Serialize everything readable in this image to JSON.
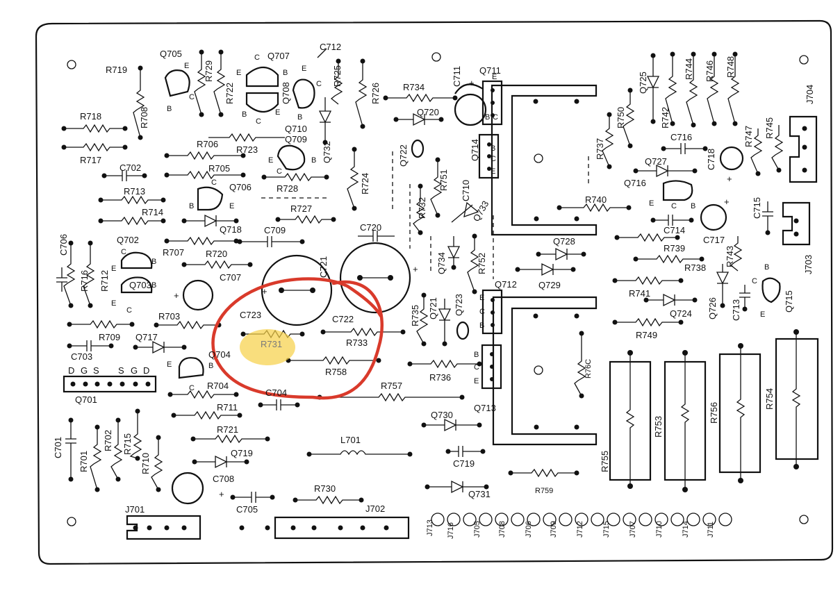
{
  "components": {
    "R719": "R719",
    "R718": "R718",
    "R717": "R717",
    "R708": "R708",
    "R729": "R729",
    "R722": "R722",
    "R725": "R725",
    "R726": "R726",
    "R734": "R734",
    "R706": "R706",
    "R723": "R723",
    "R705": "R705",
    "R728": "R728",
    "R713": "R713",
    "R714": "R714",
    "R727": "R727",
    "R724": "R724",
    "R751": "R751",
    "R732": "R732",
    "R707": "R707",
    "R720": "R720",
    "R716": "R716",
    "R712": "R712",
    "R703": "R703",
    "R709": "R709",
    "R731": "R731",
    "R733": "R733",
    "R758": "R758",
    "R735": "R735",
    "R752": "R752",
    "R736": "R736",
    "R704": "R704",
    "R711": "R711",
    "R757": "R757",
    "R721": "R721",
    "R701": "R701",
    "R702": "R702",
    "R715": "R715",
    "R710": "R710",
    "R730": "R730",
    "R737": "R737",
    "R740": "R740",
    "R750": "R750",
    "R742": "R742",
    "R744": "R744",
    "R746": "R746",
    "R748": "R748",
    "R745": "R745",
    "R747": "R747",
    "R739": "R739",
    "R738": "R738",
    "R743": "R743",
    "R741": "R741",
    "R749": "R749",
    "R760": "R76C",
    "R755": "R755",
    "R753": "R753",
    "R756": "R756",
    "R754": "R754",
    "R759": "R759",
    "C712": "C712",
    "C711": "C711",
    "C702": "C702",
    "C709": "C709",
    "C720": "C720",
    "C721": "C721",
    "C710": "C710",
    "C706": "C706",
    "C707": "C707",
    "C723": "C723",
    "C722": "C722",
    "C703": "C703",
    "C704": "C704",
    "C701": "C701",
    "C708": "C708",
    "C705": "C705",
    "C719": "C719",
    "C716": "C716",
    "C718": "C718",
    "C714": "C714",
    "C717": "C717",
    "C715": "C715",
    "C713": "C713",
    "Q705": "Q705",
    "Q707": "Q707",
    "Q708": "Q708",
    "Q710": "Q710",
    "Q709": "Q709",
    "Q711": "Q711",
    "Q720": "Q720",
    "Q722": "Q722",
    "Q714": "Q714",
    "Q732": "Q732",
    "Q706": "Q706",
    "Q718": "Q718",
    "Q733": "Q733",
    "Q702": "Q702",
    "Q703": "Q703",
    "Q734": "Q734",
    "Q721": "Q721",
    "Q723": "Q723",
    "Q712": "Q712",
    "Q713": "Q713",
    "Q717": "Q717",
    "Q704": "Q704",
    "Q701": "Q701",
    "Q719": "Q719",
    "Q730": "Q730",
    "Q731": "Q731",
    "Q725": "Q725",
    "Q727": "Q727",
    "Q716": "Q716",
    "Q728": "Q728",
    "Q729": "Q729",
    "Q724": "Q724",
    "Q726": "Q726",
    "Q715": "Q715",
    "L701": "L701",
    "J701": "J701",
    "J702": "J702",
    "J703": "J703",
    "J704": "J704",
    "J713": "J713",
    "J716": "J716",
    "J705": "J705",
    "J708": "J708",
    "J706": "J706",
    "J709": "J709",
    "J712": "J712",
    "J715": "J715",
    "J707": "J707",
    "J710": "J710",
    "J714": "J714",
    "J711": "J711"
  },
  "pins": {
    "E": "E",
    "B": "B",
    "C": "C",
    "D": "D",
    "G": "G",
    "S": "S",
    "plus": "+"
  },
  "q701_pins": [
    "D",
    "G",
    "S",
    "S",
    "G",
    "D"
  ],
  "colors": {
    "ink": "#111111",
    "highlight": "#f7d046",
    "circle_annotation": "#d93a2b",
    "paper": "#ffffff"
  }
}
